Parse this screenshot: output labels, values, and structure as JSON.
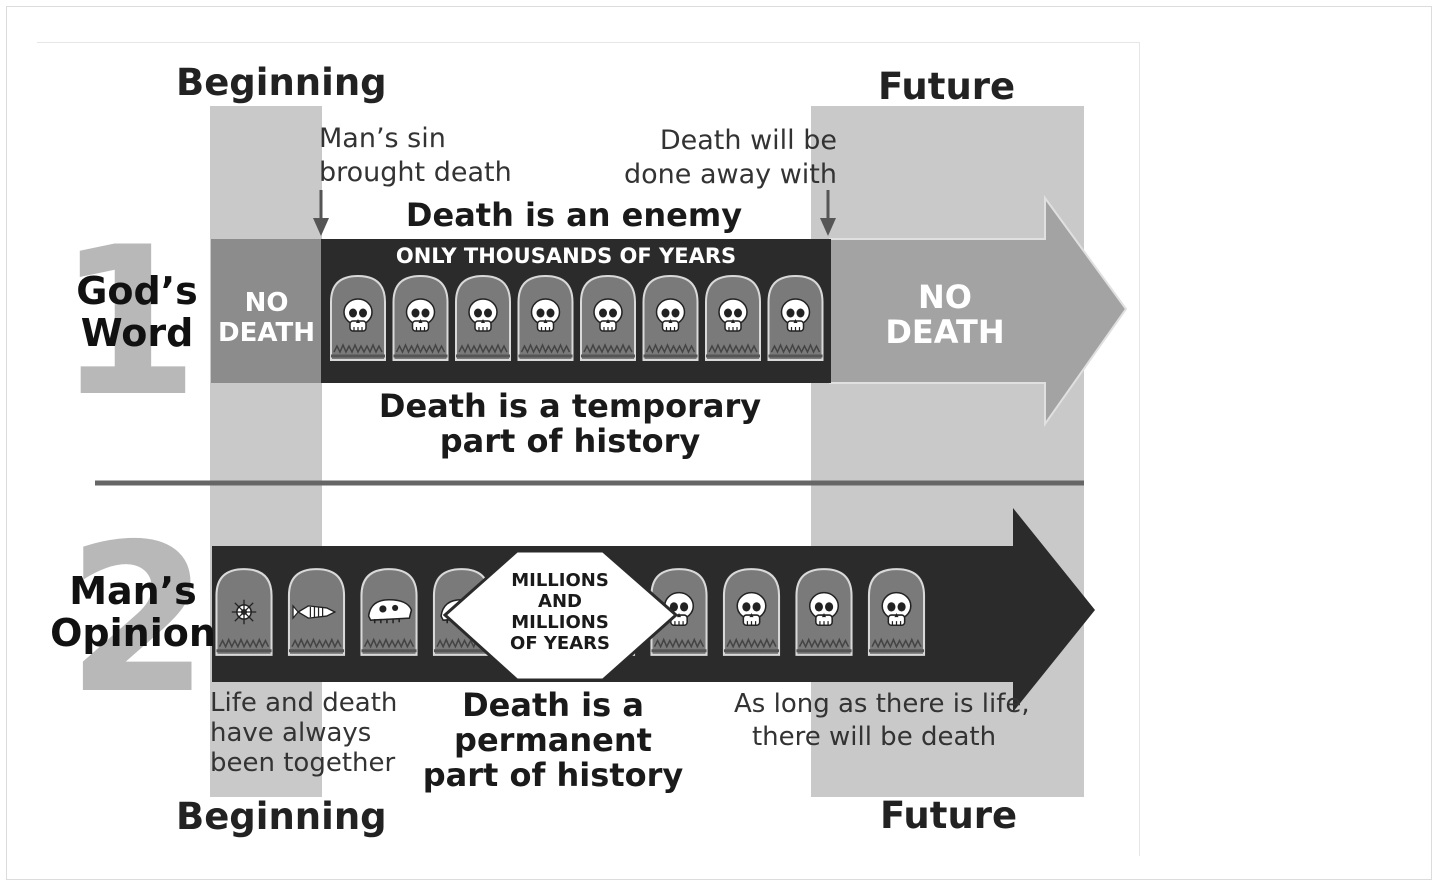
{
  "headers": {
    "top_beginning": "Beginning",
    "top_future": "Future",
    "bottom_beginning": "Beginning",
    "bottom_future": "Future"
  },
  "view1": {
    "number": "1",
    "label_line1": "God’s",
    "label_line2": "Word",
    "sin_line1": "Man’s sin",
    "sin_line2": "brought death",
    "future_line1": "Death will be",
    "future_line2": "done away with",
    "enemy": "Death is an enemy",
    "band_title": "ONLY THOUSANDS OF YEARS",
    "start_line1": "NO",
    "start_line2": "DEATH",
    "end_line1": "NO",
    "end_line2": "DEATH",
    "summary_line1": "Death is a temporary",
    "summary_line2": "part of history",
    "tombstones": [
      "skull",
      "skull",
      "skull",
      "skull",
      "skull",
      "skull",
      "skull",
      "skull"
    ]
  },
  "view2": {
    "number": "2",
    "label_line1": "Man’s",
    "label_line2": "Opinion",
    "center_line1": "MILLIONS",
    "center_line2": "AND",
    "center_line3": "MILLIONS",
    "center_line4": "OF YEARS",
    "left_line1": "Life and death",
    "left_line2": "have always",
    "left_line3": "been together",
    "summary_line1": "Death is a",
    "summary_line2": "permanent",
    "summary_line3": "part of history",
    "right_line1": "As long as there is life,",
    "right_line2": "there will be death",
    "tombstones": [
      "cell-fossil",
      "fish-fossil",
      "dinosaur-skull",
      "dinosaur-skull",
      "dinosaur-skull",
      "ape-skull",
      "human-skull",
      "human-skull",
      "human-skull",
      "human-skull"
    ]
  },
  "colors": {
    "column": "#c9c9c9",
    "dark_band": "#2b2b2b",
    "mid_band": "#8c8c8c",
    "arrow": "#a3a3a3",
    "divider": "#666666",
    "tombstone": "#7a7a7a"
  }
}
